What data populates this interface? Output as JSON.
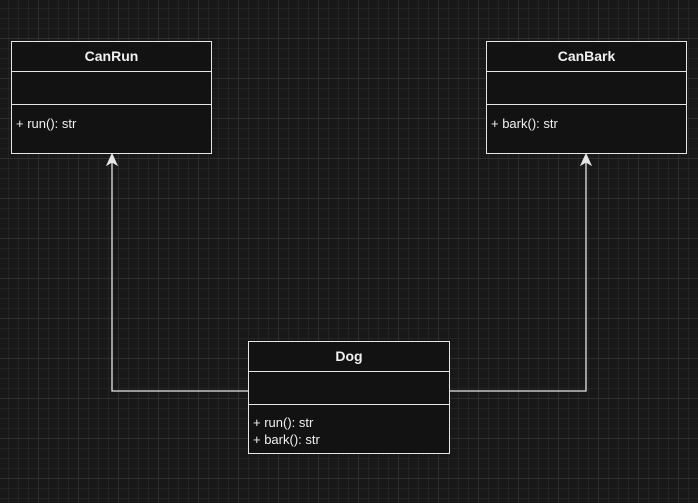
{
  "diagram": {
    "classes": [
      {
        "id": "canrun",
        "name": "CanRun",
        "attributes": [],
        "methods": [
          "+ run(): str"
        ]
      },
      {
        "id": "canbark",
        "name": "CanBark",
        "attributes": [],
        "methods": [
          "+ bark(): str"
        ]
      },
      {
        "id": "dog",
        "name": "Dog",
        "attributes": [],
        "methods": [
          "+ run(): str",
          "+ bark(): str"
        ]
      }
    ],
    "relations": [
      {
        "from": "Dog",
        "to": "CanRun",
        "type": "inheritance"
      },
      {
        "from": "Dog",
        "to": "CanBark",
        "type": "inheritance"
      }
    ]
  },
  "colors": {
    "background": "#181818",
    "box_fill": "#121212",
    "stroke": "#e6e6e6",
    "text": "#f0f0f0"
  }
}
